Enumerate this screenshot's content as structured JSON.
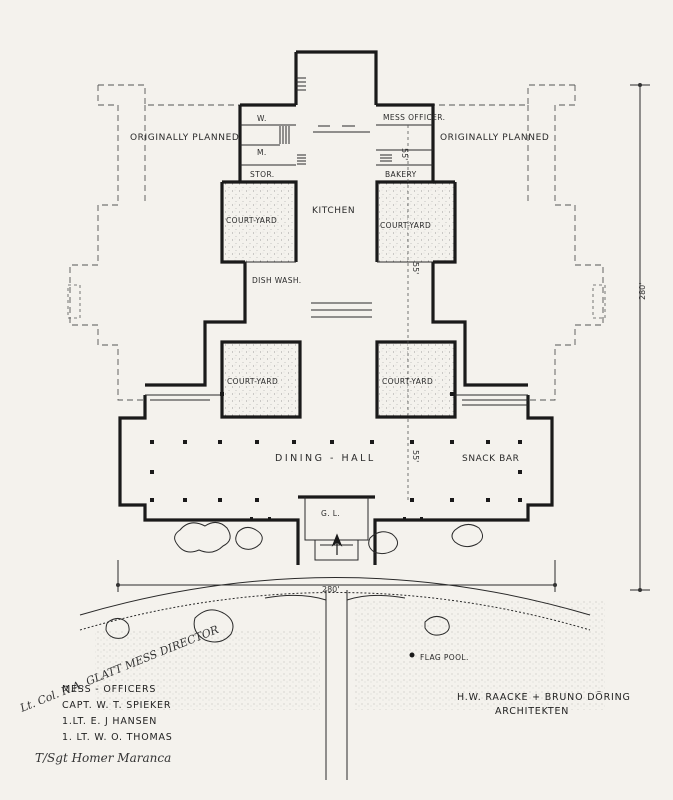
{
  "plan": {
    "rooms": {
      "originally_planned_left": "ORIGINALLY PLANNED",
      "originally_planned_right": "ORIGINALLY PLANNED",
      "w": "W.",
      "m": "M.",
      "stor": "STOR.",
      "mess_officer": "MESS OFFICER.",
      "bakery": "BAKERY",
      "kitchen": "KITCHEN",
      "court_yard_1": "COURT-YARD",
      "court_yard_2": "COURT-YARD",
      "court_yard_3": "COURT-YARD",
      "court_yard_4": "COURT-YARD",
      "dish_wash": "DISH WASH.",
      "dining_hall": "DINING - HALL",
      "snack_bar": "SNACK BAR",
      "gl": "G. L.",
      "flag_pool": "FLAG POOL."
    },
    "dimensions": {
      "d55_a": "55'",
      "d55_b": "55'",
      "d55_c": "55'",
      "d280_right": "280'",
      "d280_bottom": "280'"
    }
  },
  "notes": {
    "handwritten_top": "Lt. Col. R.A. GLATT  MESS DIRECTOR",
    "mess_officers_title": "MESS - OFFICERS",
    "officer_1": "CAPT. W. T. SPIEKER",
    "officer_2": "1.LT.  E. J  HANSEN",
    "officer_3": "1. LT.  W. O. THOMAS",
    "handwritten_bottom": "T/Sgt Homer Maranca",
    "architects_1": "H.W. RAACKE + BRUNO DÖRING",
    "architects_2": "ARCHITEKTEN"
  }
}
